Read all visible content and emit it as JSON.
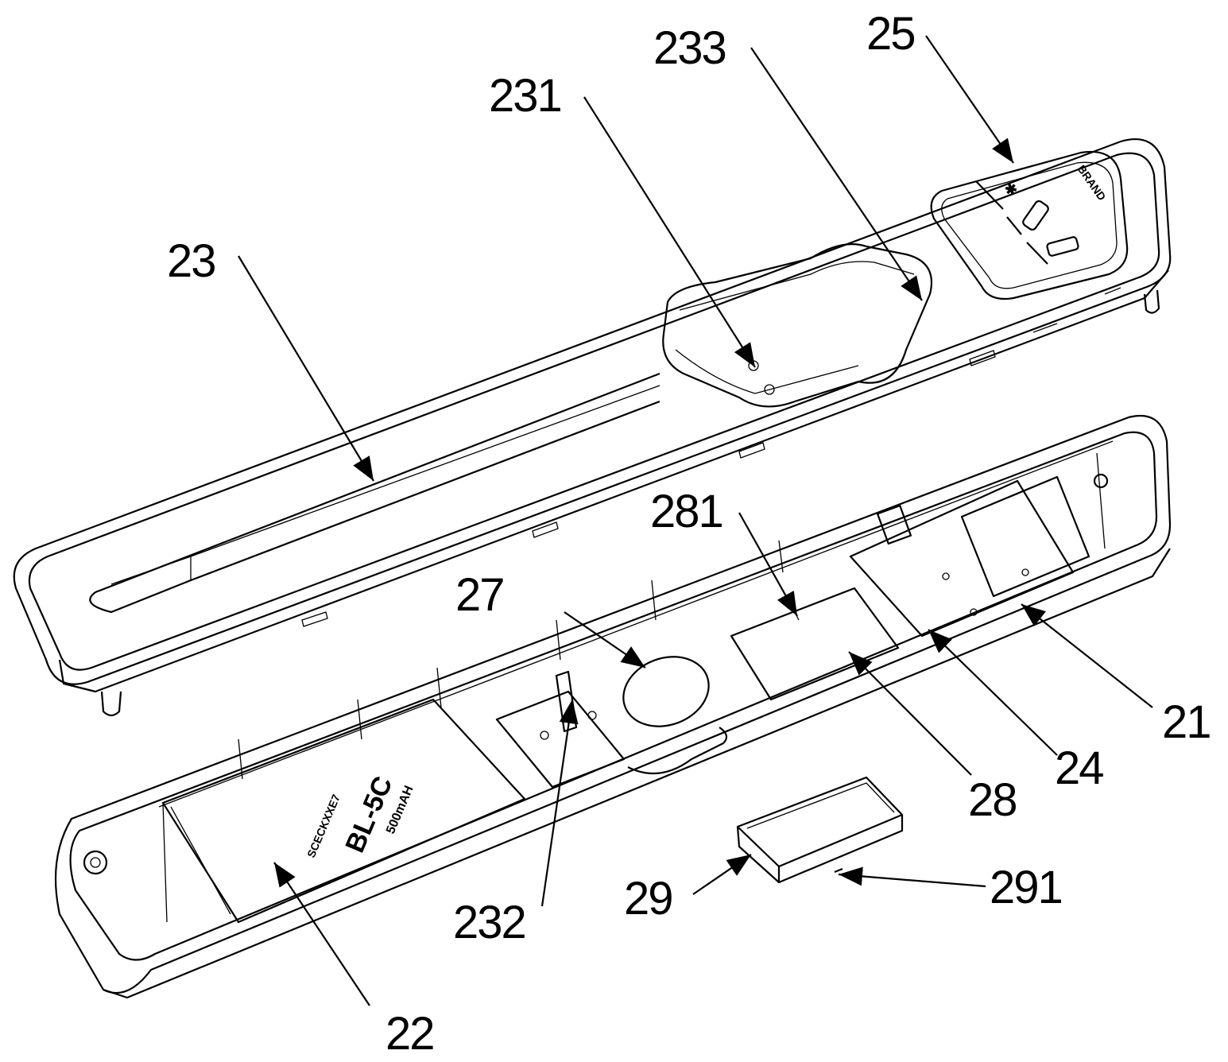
{
  "figure": {
    "labels": {
      "l25": "25",
      "l233": "233",
      "l231": "231",
      "l23": "23",
      "l281": "281",
      "l27": "27",
      "l21": "21",
      "l24": "24",
      "l28": "28",
      "l291": "291",
      "l29": "29",
      "l232": "232",
      "l22": "22"
    },
    "battery": {
      "model": "BL-5C",
      "capacity": "500mAH",
      "code": "SCECKXXE7"
    },
    "panel": {
      "brand": "BRAND"
    }
  }
}
